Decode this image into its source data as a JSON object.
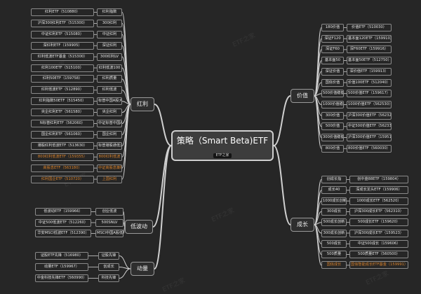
{
  "center": {
    "title": "策略（Smart Beta)ETF",
    "tag": "ETF之家"
  },
  "branches": {
    "dividend": "红利",
    "value": "价值",
    "low_vol": "低波动",
    "growth": "成长",
    "momentum": "动量"
  },
  "dividend_items": [
    {
      "leaf": "红利ETF（510880）",
      "mid": "红利指数",
      "highlight": false
    },
    {
      "leaf": "沪深300红利ETF（515300）",
      "mid": "300红利",
      "highlight": false
    },
    {
      "leaf": "中证红利ETF（515080）",
      "mid": "中证红利",
      "highlight": false
    },
    {
      "leaf": "深红利ETF（159905）",
      "mid": "深证红利",
      "highlight": false
    },
    {
      "leaf": "红利低波ETF基金（515300）",
      "mid": "300红利LV",
      "highlight": false
    },
    {
      "leaf": "红利100ETF（515100）",
      "mid": "红利低波100",
      "highlight": false
    },
    {
      "leaf": "红利50ETF（159758）",
      "mid": "红利质量",
      "highlight": false
    },
    {
      "leaf": "红利低波ETF（512890）",
      "mid": "红利低波",
      "highlight": false
    },
    {
      "leaf": "红利指数50ETF（515450）",
      "mid": "标普中国A股大盘红利低波50",
      "highlight": false
    },
    {
      "leaf": "央企红利ETF（561580）",
      "mid": "央企红利",
      "highlight": false
    },
    {
      "leaf": "N标普红利ETF（562060）",
      "mid": "中证标普中国A股红利机会",
      "highlight": false
    },
    {
      "leaf": "国企红利ETF（561060）",
      "mid": "国企红利",
      "highlight": false
    },
    {
      "leaf": "港股红利低波ETF（513630）",
      "mid": "标普港股通低波红利",
      "highlight": false
    },
    {
      "leaf": "800红利低波ETF（159355）",
      "mid": "800红利低波",
      "highlight": true
    },
    {
      "leaf": "高股息ETF（563180）",
      "mid": "中证高股息策略",
      "highlight": true
    },
    {
      "leaf": "红利国企ETF（510720）",
      "mid": "上国红利",
      "highlight": true
    }
  ],
  "value_items": [
    {
      "mid": "180价值",
      "leaf": "价值ETF（510030）",
      "highlight": false
    },
    {
      "mid": "深证F120",
      "leaf": "基本面120ETF（159910）",
      "highlight": false
    },
    {
      "mid": "深证F60",
      "leaf": "深F60ETF（159916）",
      "highlight": false
    },
    {
      "mid": "基本面50",
      "leaf": "基本面50ETF（512750）",
      "highlight": false
    },
    {
      "mid": "深证价值",
      "leaf": "深价值ETF（159913）",
      "highlight": false
    },
    {
      "mid": "国信价值",
      "leaf": "价值100ETF（512040）",
      "highlight": false
    },
    {
      "mid": "500价值稳健",
      "leaf": "500价值ETF（159617）",
      "highlight": false
    },
    {
      "mid": "1000价值稳健",
      "leaf": "1000价值ETF（562530）",
      "highlight": false
    },
    {
      "mid": "300价值",
      "leaf": "沪深300价值ETF（562320）",
      "highlight": false
    },
    {
      "mid": "500价值",
      "leaf": "中证500价值ETF（562330）",
      "highlight": false
    },
    {
      "mid": "300价值稳健",
      "leaf": "沪深300价值ETF（159510）",
      "highlight": false
    },
    {
      "mid": "800价值",
      "leaf": "800价值ETF（560030）",
      "highlight": false
    }
  ],
  "low_vol_items": [
    {
      "leaf": "低波动ETF（159966）",
      "mid": "创业低波"
    },
    {
      "leaf": "中证500低波ETF（512260）",
      "mid": "500SNLV"
    },
    {
      "leaf": "华安MSCI低波ETF（512390）",
      "mid": "MSCI中国A股低波"
    }
  ],
  "growth_items": [
    {
      "mid": "创成长指",
      "leaf": "创中盘88ETF（159804）",
      "highlight": false
    },
    {
      "mid": "成长40",
      "leaf": "深成长龙头ETF（159906）",
      "highlight": false
    },
    {
      "mid": "1000成长创新",
      "leaf": "1000成长ETF（562520）",
      "highlight": false
    },
    {
      "mid": "300成长",
      "leaf": "沪深300成长ETF（562310）",
      "highlight": false
    },
    {
      "mid": "500成长创新",
      "leaf": "500成长ETF（159620）",
      "highlight": false
    },
    {
      "mid": "300成长创新",
      "leaf": "沪深300成长ETF（159523）",
      "highlight": false
    },
    {
      "mid": "500成长",
      "leaf": "中证500成长（159606）",
      "highlight": false
    },
    {
      "mid": "500质量",
      "leaf": "500质量ETF（560500）",
      "highlight": false
    },
    {
      "mid": "国信成长",
      "leaf": "国信智能成长ETF基金（159991）",
      "highlight": true
    }
  ],
  "momentum_items": [
    {
      "leaf": "证股ETF先锋（516980）",
      "mid": "证股先锋"
    },
    {
      "leaf": "动量ETF（159967）",
      "mid": "创成长"
    },
    {
      "leaf": "中金科技先锋ETF（560990）",
      "mid": "科技先锋"
    }
  ],
  "watermark": "ETF之家",
  "colors": {
    "background": "#262626",
    "line": "#d0d0d0",
    "highlight": "#d9822b"
  }
}
